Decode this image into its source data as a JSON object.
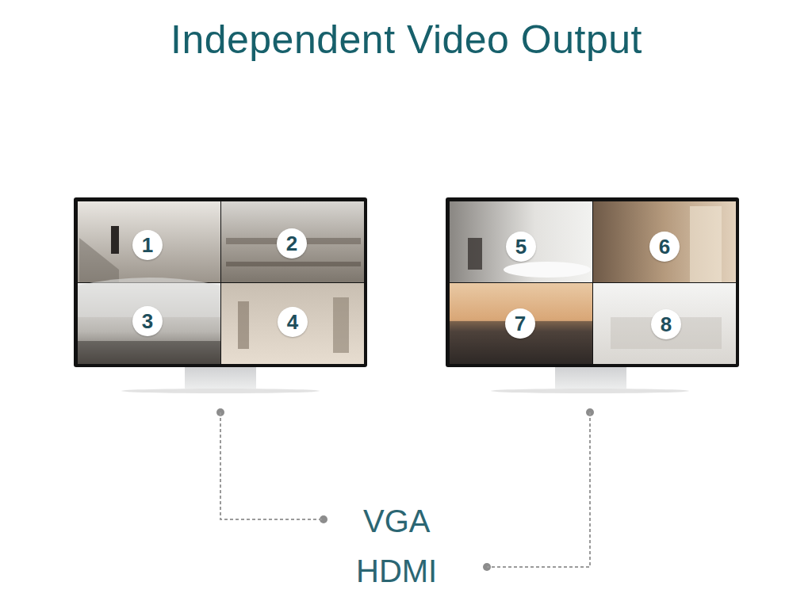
{
  "diagram": {
    "title": "Independent Video Output",
    "nodes": [
      {
        "text": [
          "1"
        ]
      },
      {
        "text": [
          "2"
        ]
      },
      {
        "text": [
          "3"
        ]
      },
      {
        "text": [
          "4"
        ]
      },
      {
        "text": [
          "5"
        ]
      },
      {
        "text": [
          "6"
        ]
      },
      {
        "text": [
          "7"
        ]
      },
      {
        "text": [
          "8"
        ]
      }
    ],
    "labels": [
      "VGA",
      "HDMI"
    ]
  }
}
